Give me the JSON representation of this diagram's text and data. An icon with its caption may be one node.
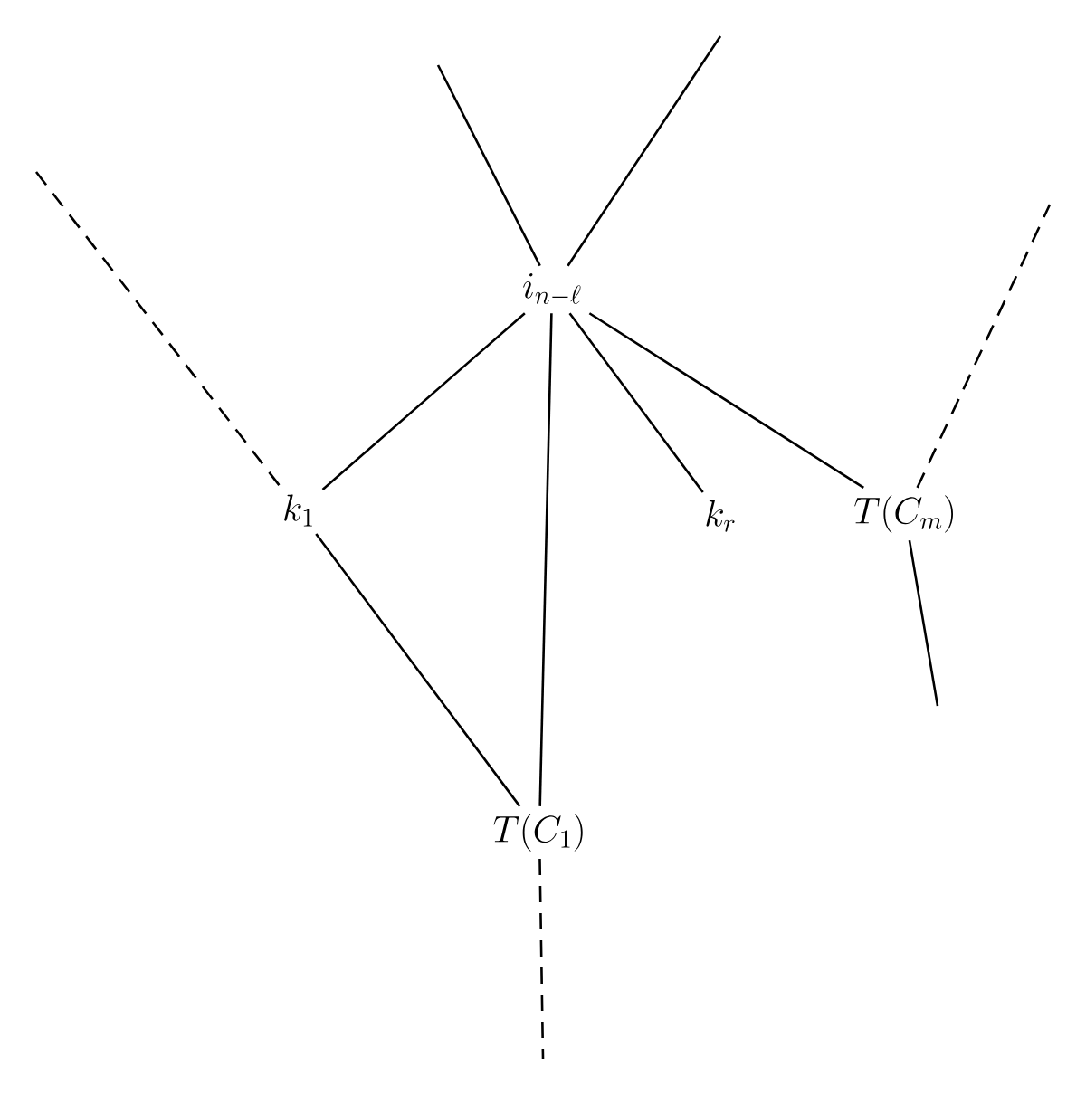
{
  "diagram": {
    "nodes": [
      {
        "text": [
          "i_{n-\\ell}"
        ]
      },
      {
        "text": [
          "k_1"
        ]
      },
      {
        "text": [
          "k_r"
        ]
      },
      {
        "text": [
          "T(C_m)"
        ]
      },
      {
        "text": [
          "T(C_1)"
        ]
      }
    ],
    "edges": [
      {
        "from": null,
        "to": 0,
        "arrow": "none"
      },
      {
        "from": null,
        "to": 0,
        "arrow": "none"
      },
      {
        "from": 0,
        "to": 1,
        "arrow": "none"
      },
      {
        "from": 0,
        "to": 4,
        "arrow": "none"
      },
      {
        "from": 0,
        "to": 2,
        "arrow": "none"
      },
      {
        "from": 0,
        "to": 3,
        "arrow": "none"
      },
      {
        "from": null,
        "to": 1,
        "arrow": "none",
        "style": "dashed"
      },
      {
        "from": 1,
        "to": 4,
        "arrow": "none"
      },
      {
        "from": 3,
        "to": null,
        "arrow": "none",
        "style": "dashed"
      },
      {
        "from": 3,
        "to": null,
        "arrow": "none"
      },
      {
        "from": 4,
        "to": null,
        "arrow": "none",
        "style": "dashed"
      }
    ]
  }
}
